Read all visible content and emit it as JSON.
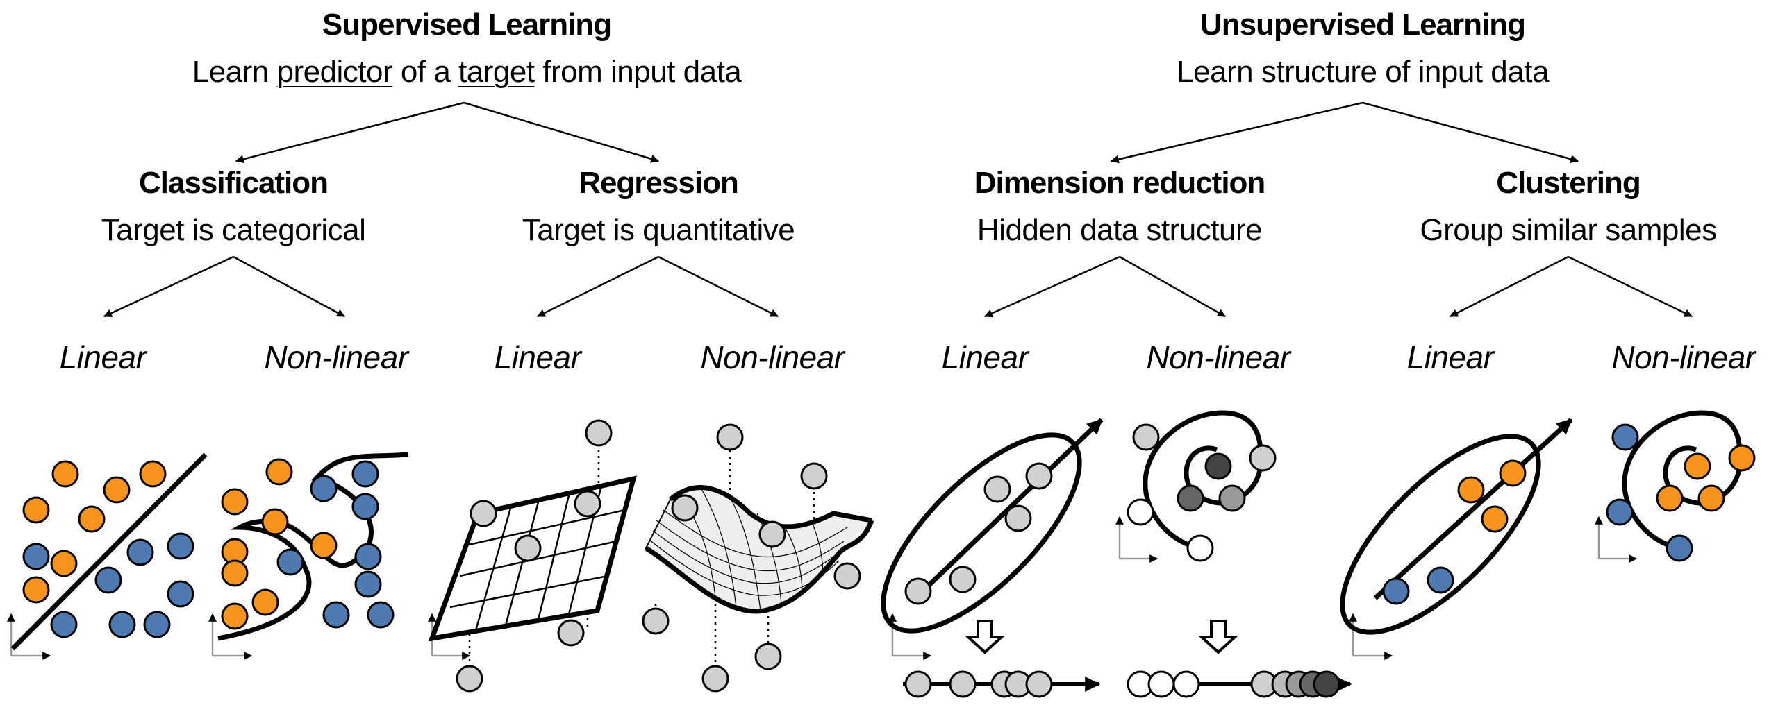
{
  "supervised": {
    "title": "Supervised Learning",
    "desc_pre": "Learn ",
    "desc_u1": "predictor",
    "desc_mid": " of a ",
    "desc_u2": "target",
    "desc_post": " from input data"
  },
  "unsupervised": {
    "title": "Unsupervised Learning",
    "desc": "Learn structure of input data"
  },
  "categories": [
    {
      "title": "Classification",
      "desc": "Target is categorical"
    },
    {
      "title": "Regression",
      "desc": "Target is quantitative"
    },
    {
      "title": "Dimension reduction",
      "desc": "Hidden data structure"
    },
    {
      "title": "Clustering",
      "desc": "Group similar samples"
    }
  ],
  "method_labels": {
    "linear": "Linear",
    "nonlinear": "Non-linear"
  },
  "colors": {
    "orange": "#f7941d",
    "blue": "#4f7ab1",
    "gray": "#d0d0d0",
    "dark_gray": "#666666",
    "darker_gray": "#444444",
    "mid_gray": "#999999",
    "axis_gray": "#999999",
    "white": "#ffffff"
  },
  "icons": {
    "down_arrow": "hollow-down-arrow-icon",
    "axes": "axes-icon"
  }
}
